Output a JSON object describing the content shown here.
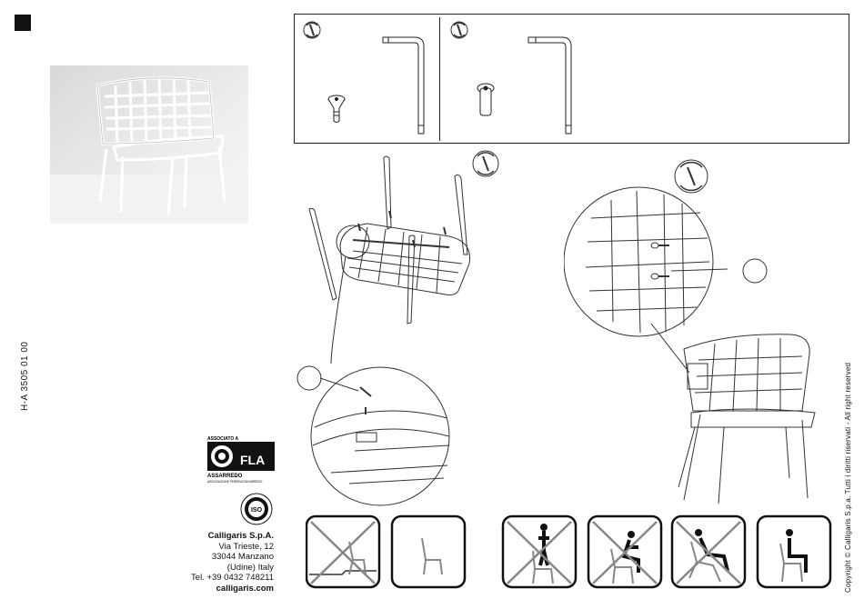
{
  "document": {
    "code": "H-A 3505 01 00",
    "copyright": "Copyright © Calligaris S.p.a.   Tutti i diritti riservati - All right reserved"
  },
  "association": {
    "top_label": "ASSOCIATO A",
    "logo_text": "FLA",
    "name": "ASSARREDO",
    "subtitle": "ASSOCIAZIONE FEDERLEGNOARREDO",
    "iso_text": "ISO"
  },
  "company": {
    "name": "Calligaris S.p.A.",
    "street": "Via Trieste, 12",
    "city": "33044 Manzano",
    "region": "(Udine) Italy",
    "phone": "Tel. +39 0432 748211",
    "website": "calligaris.com"
  },
  "usage_icons": [
    {
      "name": "uneven-floor",
      "allowed": false
    },
    {
      "name": "level-floor",
      "allowed": true
    },
    {
      "name": "standing-on-chair",
      "allowed": false
    },
    {
      "name": "kneeling-on-chair",
      "allowed": false
    },
    {
      "name": "rocking-on-chair",
      "allowed": false
    },
    {
      "name": "sitting-correctly",
      "allowed": true
    }
  ],
  "icons": {
    "photo": "chair-photo-icon",
    "tool": "allen-key-icon",
    "screw": "screw-icon"
  }
}
